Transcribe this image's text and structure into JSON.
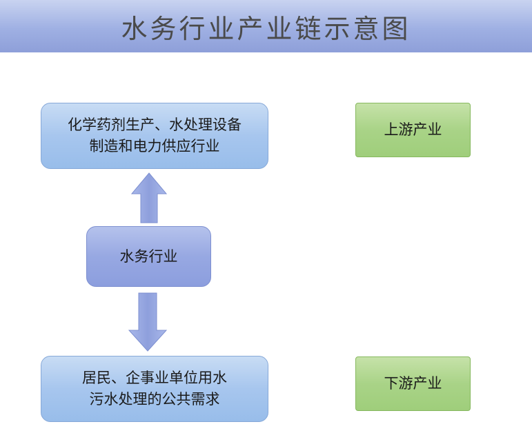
{
  "title": "水务行业产业链示意图",
  "nodes": {
    "upstream_industries": {
      "lines": [
        "化学药剂生产、水处理设备",
        "制造和电力供应行业"
      ]
    },
    "water_industry": {
      "label": "水务行业"
    },
    "downstream_demand": {
      "lines": [
        "居民、企事业单位用水",
        "污水处理的公共需求"
      ]
    },
    "upstream_label": {
      "label": "上游产业"
    },
    "downstream_label": {
      "label": "下游产业"
    }
  },
  "colors": {
    "title_bar": "#9fb0e3",
    "blue_box": "#a7c6ee",
    "purple_box": "#97a8e2",
    "green_box": "#a9d387",
    "arrow": "#97a8e2"
  },
  "edges": [
    {
      "from": "水务行业",
      "to": "化学药剂生产、水处理设备制造和电力供应行业",
      "direction": "up"
    },
    {
      "from": "水务行业",
      "to": "居民、企事业单位用水污水处理的公共需求",
      "direction": "down"
    }
  ]
}
